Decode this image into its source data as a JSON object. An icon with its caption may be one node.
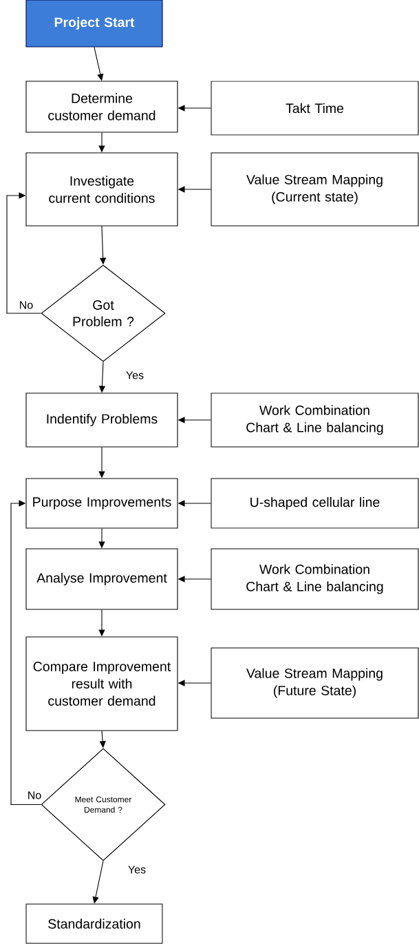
{
  "diagram": {
    "nodes": [
      {
        "text": [
          "Project Start"
        ]
      },
      {
        "text": [
          "Determine customer demand"
        ]
      },
      {
        "text": [
          "Takt Time"
        ]
      },
      {
        "text": [
          "Investigate current conditions"
        ]
      },
      {
        "text": [
          "Value Stream Mapping (Current state)"
        ]
      },
      {
        "text": [
          "Got Problem ?"
        ]
      },
      {
        "text": [
          "Indentify Problems"
        ]
      },
      {
        "text": [
          "Work Combination Chart & Line balancing"
        ]
      },
      {
        "text": [
          "Purpose Improvements"
        ]
      },
      {
        "text": [
          "U-shaped cellular line"
        ]
      },
      {
        "text": [
          "Analyse Improvement"
        ]
      },
      {
        "text": [
          "Work Combination Chart & Line balancing"
        ]
      },
      {
        "text": [
          "Compare Improvement result with customer demand"
        ]
      },
      {
        "text": [
          "Value Stream Mapping (Future State)"
        ]
      },
      {
        "text": [
          "Meet Customer Demand ?"
        ]
      },
      {
        "text": [
          "Standardization"
        ]
      }
    ],
    "edges": [
      {
        "from": 0,
        "to": 1,
        "arrow": "to"
      },
      {
        "from": 2,
        "to": 1,
        "arrow": "to"
      },
      {
        "from": 1,
        "to": 3,
        "arrow": "to"
      },
      {
        "from": 4,
        "to": 3,
        "arrow": "to"
      },
      {
        "from": 3,
        "to": 5,
        "arrow": "to"
      },
      {
        "from": 5,
        "to": 3,
        "arrow": "to",
        "label": "No"
      },
      {
        "from": 5,
        "to": 6,
        "arrow": "to",
        "label": "Yes"
      },
      {
        "from": 7,
        "to": 6,
        "arrow": "to"
      },
      {
        "from": 6,
        "to": 8,
        "arrow": "to"
      },
      {
        "from": 9,
        "to": 8,
        "arrow": "to"
      },
      {
        "from": 8,
        "to": 10,
        "arrow": "to"
      },
      {
        "from": 11,
        "to": 10,
        "arrow": "to"
      },
      {
        "from": 10,
        "to": 12,
        "arrow": "to"
      },
      {
        "from": 13,
        "to": 12,
        "arrow": "to"
      },
      {
        "from": 12,
        "to": 14,
        "arrow": "to"
      },
      {
        "from": 14,
        "to": 8,
        "arrow": "to",
        "label": "No"
      },
      {
        "from": 14,
        "to": 15,
        "arrow": "to",
        "label": "Yes"
      }
    ]
  }
}
